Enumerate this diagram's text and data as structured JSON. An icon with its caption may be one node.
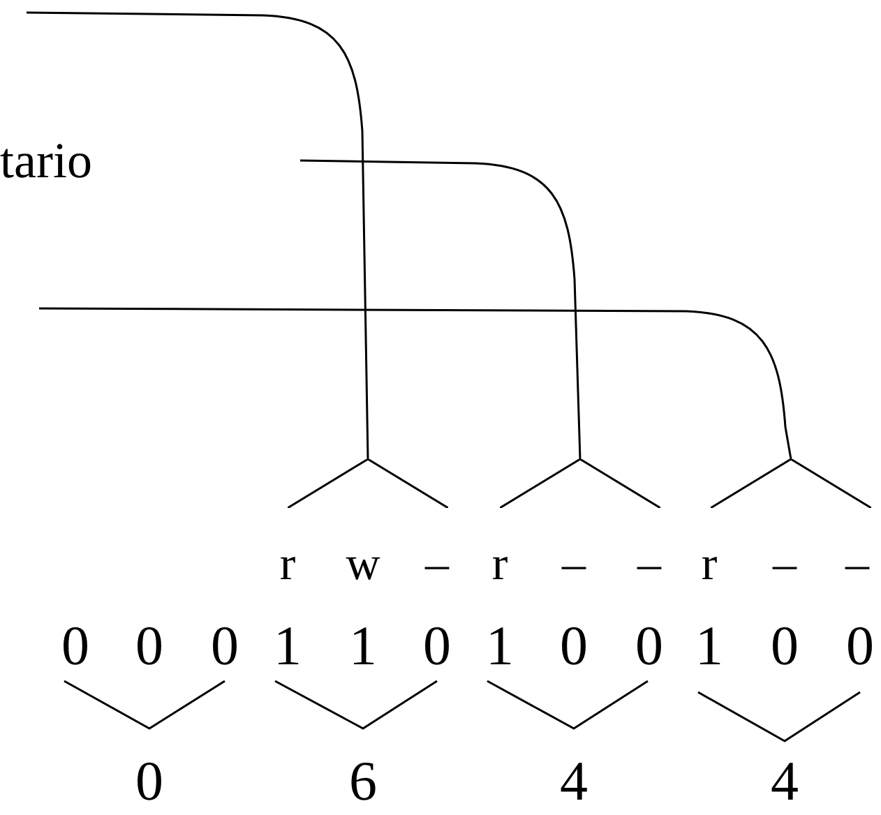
{
  "diagram": {
    "nodes": [
      {
        "text": [],
        "shape": "bracket"
      },
      {
        "text": [],
        "shape": "bracket"
      },
      {
        "text": [],
        "shape": "bracket"
      }
    ],
    "edges": [
      {
        "from": null,
        "to": 0,
        "arrow": "none"
      },
      {
        "from": null,
        "to": 1,
        "arrow": "none"
      },
      {
        "from": null,
        "to": 2,
        "arrow": "none"
      }
    ],
    "labels": [
      "tario",
      "r",
      "w",
      "–",
      "r",
      "–",
      "–",
      "r",
      "–",
      "–",
      "0",
      "0",
      "0",
      "1",
      "1",
      "0",
      "1",
      "0",
      "0",
      "1",
      "0",
      "0",
      "0",
      "6",
      "4",
      "4"
    ]
  }
}
